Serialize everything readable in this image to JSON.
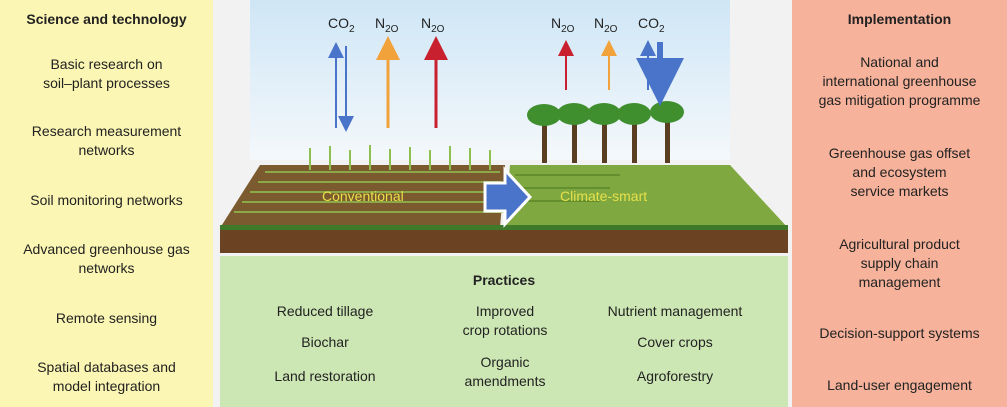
{
  "science": {
    "title": "Science and technology",
    "items": [
      "Basic research on\nsoil–plant processes",
      "Research measurement\nnetworks",
      "Soil monitoring networks",
      "Advanced greenhouse gas\nnetworks",
      "Remote sensing",
      "Spatial databases and\nmodel integration"
    ]
  },
  "implementation": {
    "title": "Implementation",
    "items": [
      "National and\ninternational greenhouse\ngas mitigation programme",
      "Greenhouse gas offset\nand ecosystem\nservice markets",
      "Agricultural product\nsupply chain\nmanagement",
      "Decision-support systems",
      "Land-user engagement"
    ]
  },
  "scene": {
    "left_gases": [
      "CO",
      "N",
      "N"
    ],
    "right_gases": [
      "N",
      "N",
      "CO"
    ],
    "left_subs": [
      "2",
      "2O",
      "2O"
    ],
    "right_subs": [
      "2O",
      "2O",
      "2"
    ],
    "conventional_label": "Conventional",
    "climate_smart_label": "Climate-smart"
  },
  "practices": {
    "title": "Practices",
    "col1": [
      "Reduced tillage",
      "Biochar",
      "Land restoration"
    ],
    "col2": [
      "Improved\ncrop rotations",
      "Organic\namendments"
    ],
    "col3": [
      "Nutrient management",
      "Cover crops",
      "Agroforestry"
    ]
  },
  "colors": {
    "science_bg": "#fbf6b3",
    "implementation_bg": "#f6b29a",
    "practices_bg": "#cde7b4",
    "co2_arrow": "#4a74c9",
    "n2o_orange": "#f2a23a",
    "n2o_red": "#c8202e"
  }
}
